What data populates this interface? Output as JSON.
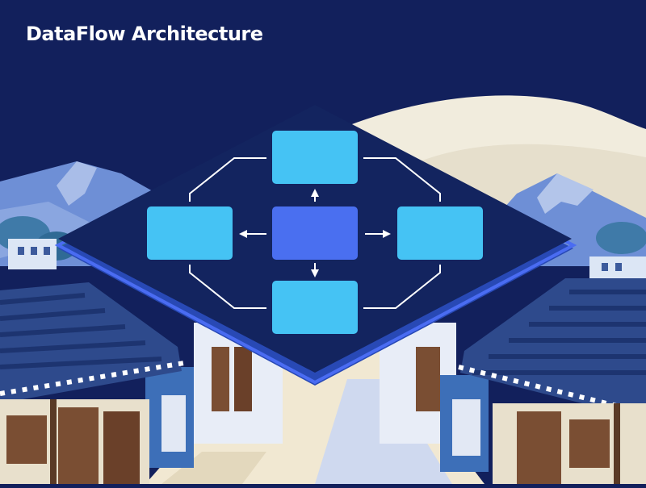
{
  "title": "DataFlow Architecture",
  "colors": {
    "sky": "#12205c",
    "platform_top": "#13245f",
    "platform_edge": "#4a6cf2",
    "node_outer": "#45c3f4",
    "node_center": "#4a6ff0",
    "connector": "#ffffff",
    "mountain_back": "#f1ecdd",
    "mountain_mid": "#6e8fd6",
    "roof": "#2e4a8c",
    "street": "#f1e8d2",
    "wood": "#7a4e33"
  },
  "diagram": {
    "nodes": [
      {
        "id": "top",
        "role": "outer"
      },
      {
        "id": "left",
        "role": "outer"
      },
      {
        "id": "center",
        "role": "center"
      },
      {
        "id": "right",
        "role": "outer"
      },
      {
        "id": "bottom",
        "role": "outer"
      }
    ],
    "arrows": [
      {
        "from": "center",
        "to": "top"
      },
      {
        "from": "center",
        "to": "left"
      },
      {
        "from": "center",
        "to": "right"
      },
      {
        "from": "center",
        "to": "bottom"
      }
    ],
    "connectors": [
      {
        "from": "top",
        "to": "left"
      },
      {
        "from": "top",
        "to": "right"
      },
      {
        "from": "bottom",
        "to": "left"
      },
      {
        "from": "bottom",
        "to": "right"
      }
    ]
  }
}
